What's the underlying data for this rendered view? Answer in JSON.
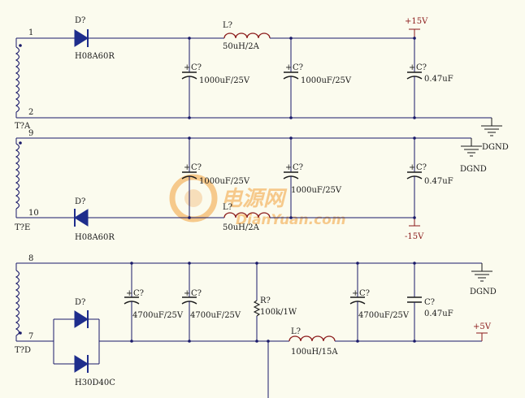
{
  "transformers": {
    "t7a": {
      "designator": "T?A",
      "pin_top": "1",
      "pin_bottom": "2"
    },
    "t7e": {
      "designator": "T?E",
      "pin_top": "9",
      "pin_bottom": "10"
    },
    "t7d": {
      "designator": "T?D",
      "pin_top": "8",
      "pin_bottom": "7"
    }
  },
  "diodes": {
    "d1": {
      "designator": "D?",
      "value": "H08A60R"
    },
    "d2": {
      "designator": "D?",
      "value": "H08A60R"
    },
    "d3": {
      "designator": "D?",
      "value": "H30D40C"
    }
  },
  "inductors": {
    "l1": {
      "designator": "L?",
      "value": "50uH/2A"
    },
    "l2": {
      "designator": "L?",
      "value": "50uH/2A"
    },
    "l3": {
      "designator": "L?",
      "value": "100uH/15A"
    }
  },
  "capacitors": {
    "c1": {
      "designator": "C?",
      "value": "1000uF/25V"
    },
    "c2": {
      "designator": "C?",
      "value": "1000uF/25V"
    },
    "c3": {
      "designator": "C?",
      "value": "0.47uF"
    },
    "c4": {
      "designator": "C?",
      "value": "1000uF/25V"
    },
    "c5": {
      "designator": "C?",
      "value": "1000uF/25V"
    },
    "c6": {
      "designator": "C?",
      "value": "0.47uF"
    },
    "c7": {
      "designator": "C?",
      "value": "4700uF/25V"
    },
    "c8": {
      "designator": "C?",
      "value": "4700uF/25V"
    },
    "c9": {
      "designator": "C?",
      "value": "4700uF/25V"
    },
    "c10": {
      "designator": "C?",
      "value": "0.47uF"
    }
  },
  "resistors": {
    "r1": {
      "designator": "R?",
      "value": "100k/1W"
    }
  },
  "power": {
    "p15": "+15V",
    "m15": "-15V",
    "p5": "+5V",
    "gnd1": "DGND",
    "gnd2": "DGND",
    "gnd3": "DGND"
  },
  "watermark": {
    "cn": "电源网",
    "en": "DianYuan.com"
  },
  "colors": {
    "wire": "#1a1a6a",
    "inductor": "#8b1a1a",
    "diode": "#1e2d8c",
    "power_label": "#8b1a1a",
    "background": "#fbfbee"
  }
}
